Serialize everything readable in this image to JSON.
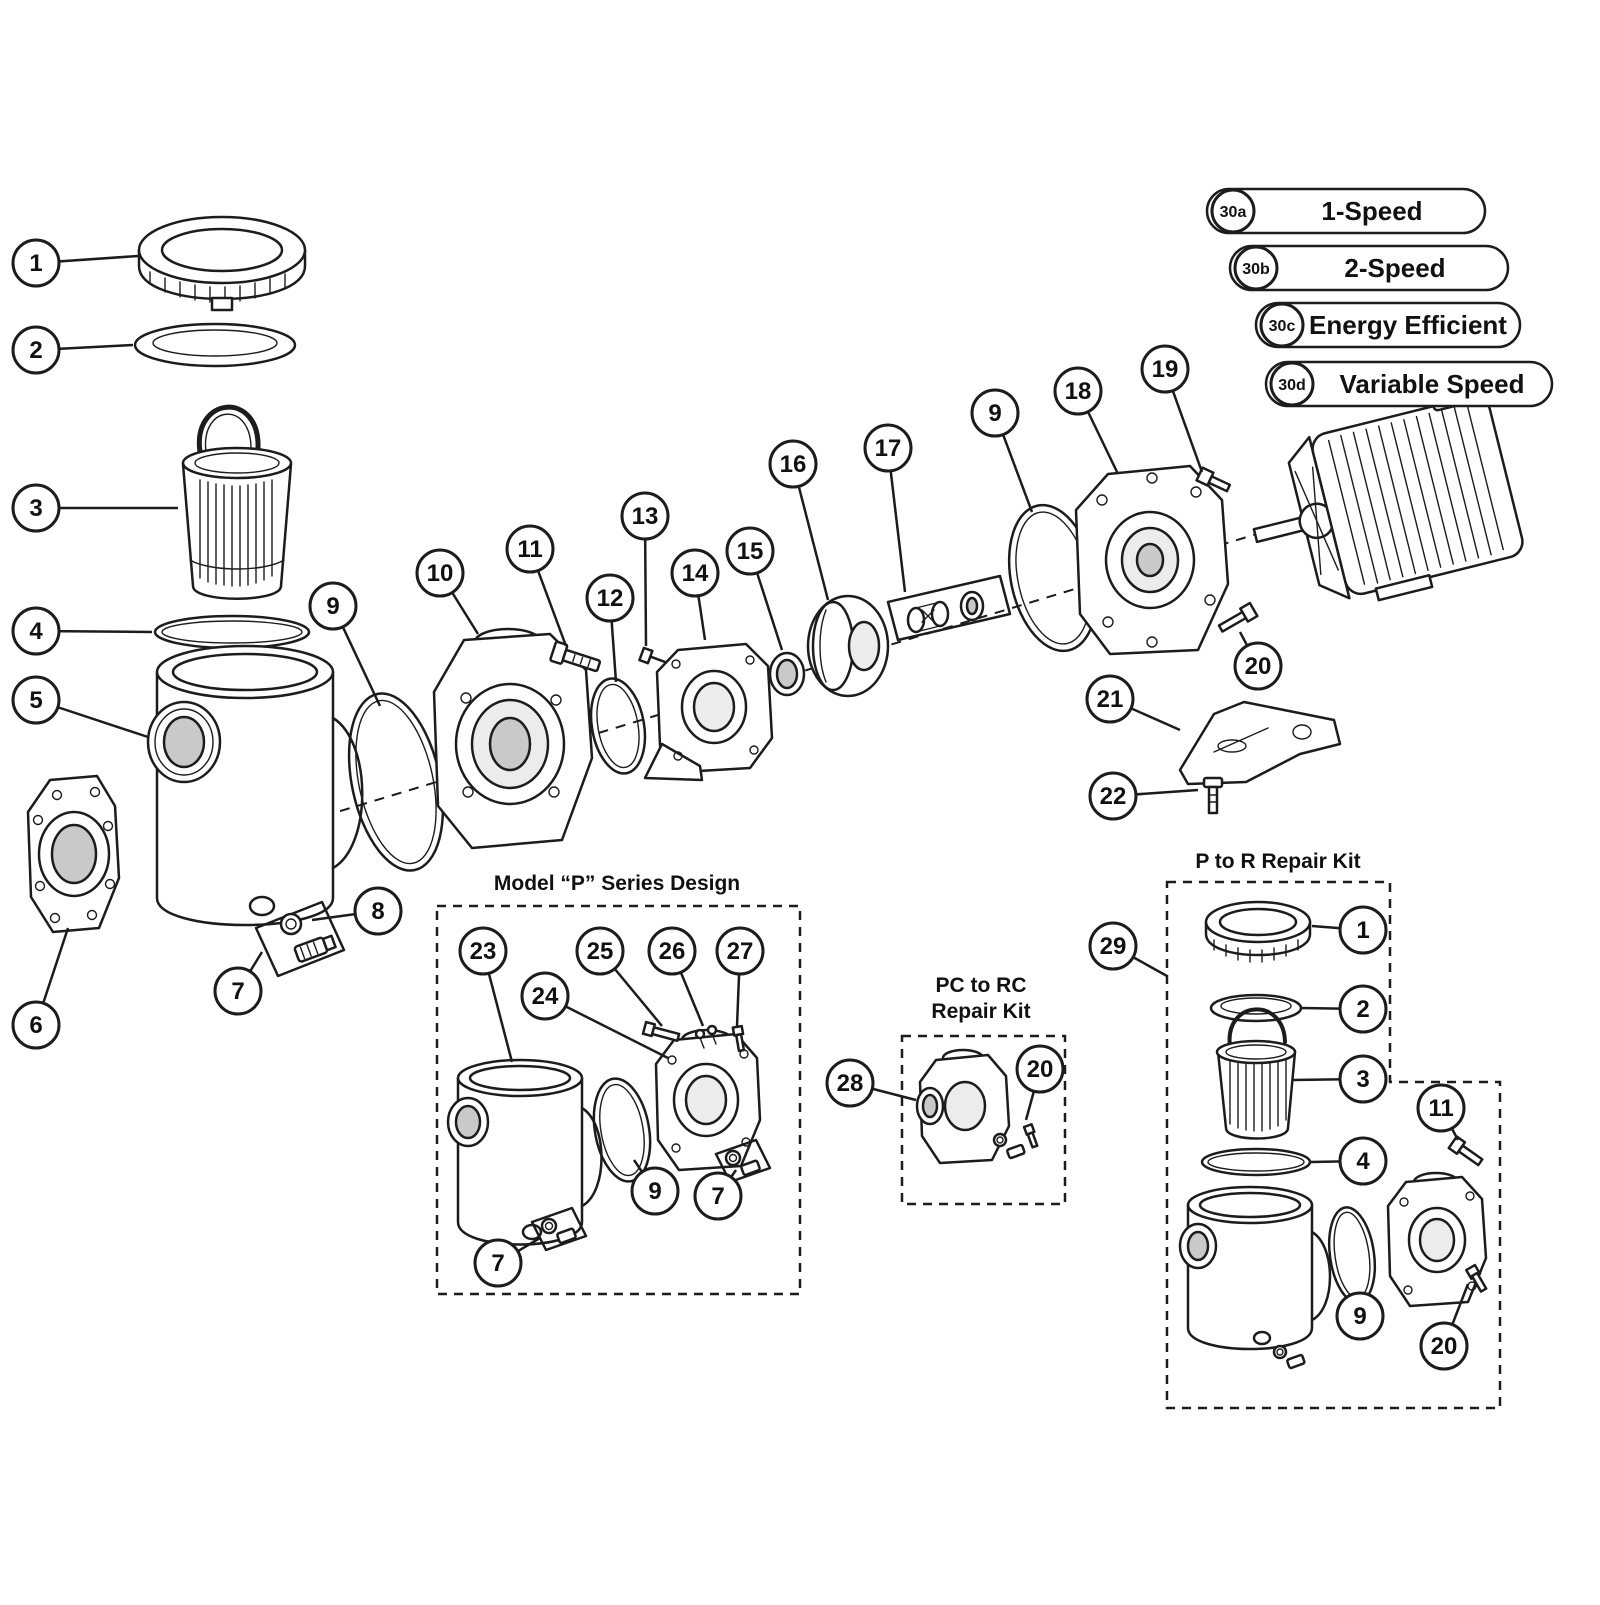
{
  "callouts": {
    "n1": "1",
    "n2": "2",
    "n3": "3",
    "n4": "4",
    "n5": "5",
    "n6": "6",
    "n7": "7",
    "n8": "8",
    "n9": "9",
    "n10": "10",
    "n11": "11",
    "n12": "12",
    "n13": "13",
    "n14": "14",
    "n15": "15",
    "n16": "16",
    "n17": "17",
    "n18": "18",
    "n19": "19",
    "n20": "20",
    "n21": "21",
    "n22": "22",
    "n23": "23",
    "n24": "24",
    "n25": "25",
    "n26": "26",
    "n27": "27",
    "n28": "28",
    "n29": "29",
    "n30a": "30a",
    "n30b": "30b",
    "n30c": "30c",
    "n30d": "30d"
  },
  "labels": {
    "one_speed": "1-Speed",
    "two_speed": "2-Speed",
    "energy_efficient": "Energy Efficient",
    "variable_speed": "Variable Speed"
  },
  "sections": {
    "model_p_title": "Model “P” Series Design",
    "pc_rc_title_line1": "PC to RC",
    "pc_rc_title_line2": "Repair Kit",
    "p_r_title": "P to R Repair Kit"
  }
}
